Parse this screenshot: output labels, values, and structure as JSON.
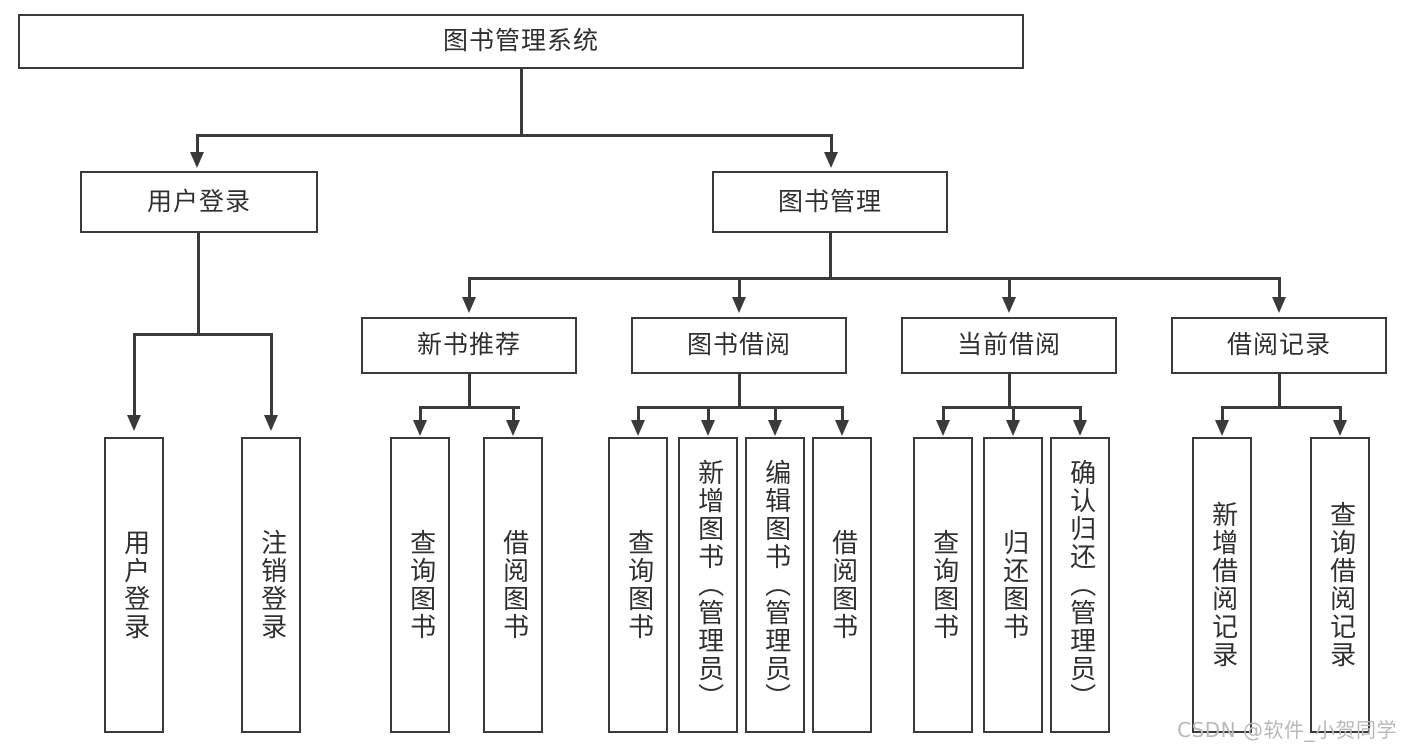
{
  "diagram": {
    "title": "图书管理系统",
    "type": "hierarchy-tree",
    "watermark": "CSDN @软件_小贺同学",
    "colors": {
      "stroke": "#3a3a3a",
      "text": "#303030",
      "background": "#ffffff",
      "watermark": "#b9b9b9"
    },
    "nodes": {
      "root": {
        "label": "图书管理系统"
      },
      "level2": [
        {
          "label": "用户登录"
        },
        {
          "label": "图书管理"
        }
      ],
      "level3": [
        {
          "label": "新书推荐"
        },
        {
          "label": "图书借阅"
        },
        {
          "label": "当前借阅"
        },
        {
          "label": "借阅记录"
        }
      ],
      "leaves": {
        "user_login": [
          {
            "label": "用户登录"
          },
          {
            "label": "注销登录"
          }
        ],
        "new_book": [
          {
            "label": "查询图书"
          },
          {
            "label": "借阅图书"
          }
        ],
        "book_borrow": [
          {
            "label": "查询图书"
          },
          {
            "label": "新增图书（管理员）"
          },
          {
            "label": "编辑图书（管理员）"
          },
          {
            "label": "借阅图书"
          }
        ],
        "current_borrow": [
          {
            "label": "查询图书"
          },
          {
            "label": "归还图书"
          },
          {
            "label": "确认归还（管理员）"
          }
        ],
        "borrow_record": [
          {
            "label": "新增借阅记录"
          },
          {
            "label": "查询借阅记录"
          }
        ]
      }
    }
  }
}
